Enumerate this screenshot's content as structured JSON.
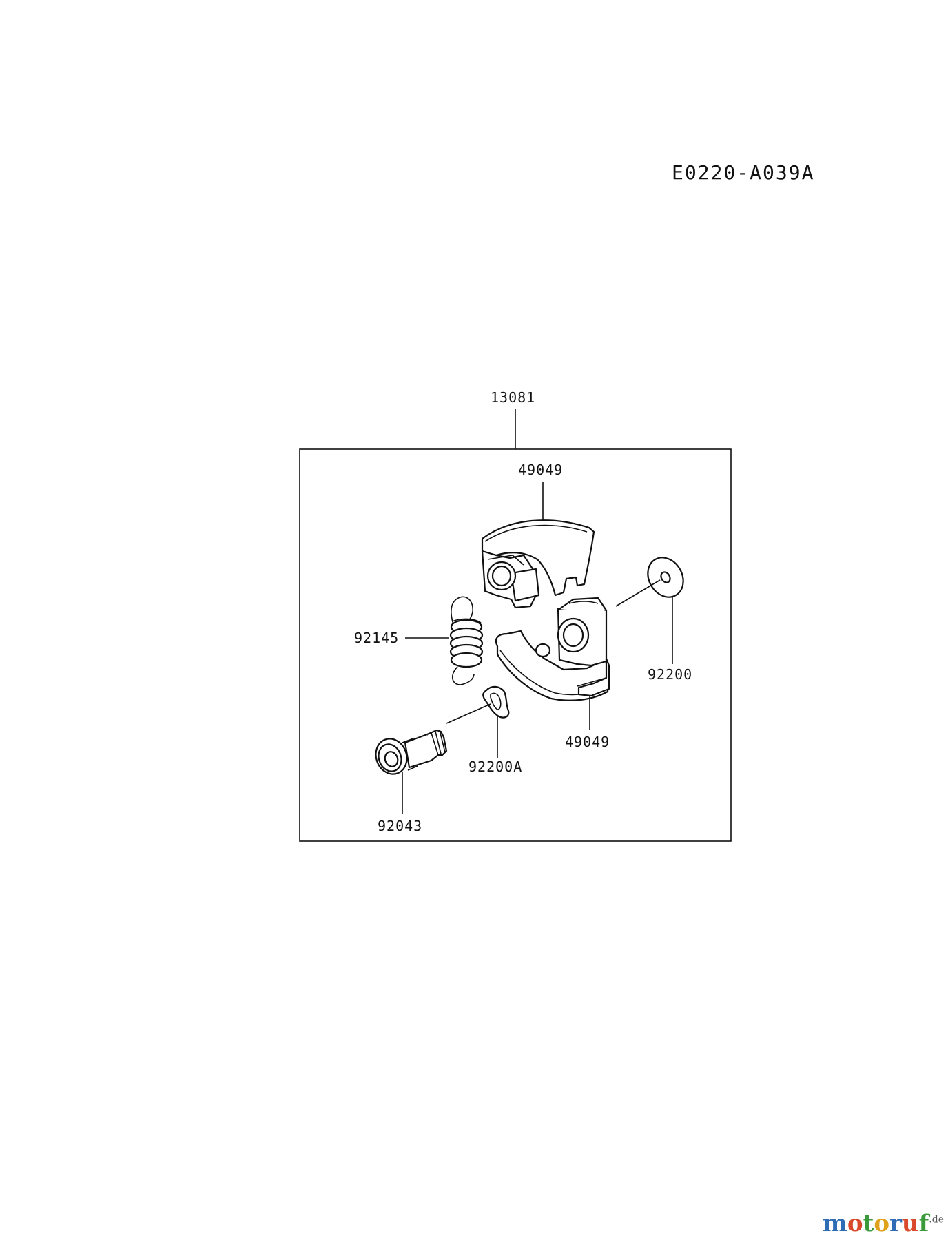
{
  "diagram_code": "E0220-A039A",
  "labels": {
    "assembly": "13081",
    "shoe_upper": "49049",
    "shoe_lower": "49049",
    "spring": "92145",
    "washer": "92200",
    "plate": "92200A",
    "bolt": "92043"
  },
  "watermark": {
    "part1": "m",
    "part2": "o",
    "part3": "t",
    "part4": "o",
    "part5": "r",
    "part6": "u",
    "part7": "f",
    "suffix": ".de"
  }
}
